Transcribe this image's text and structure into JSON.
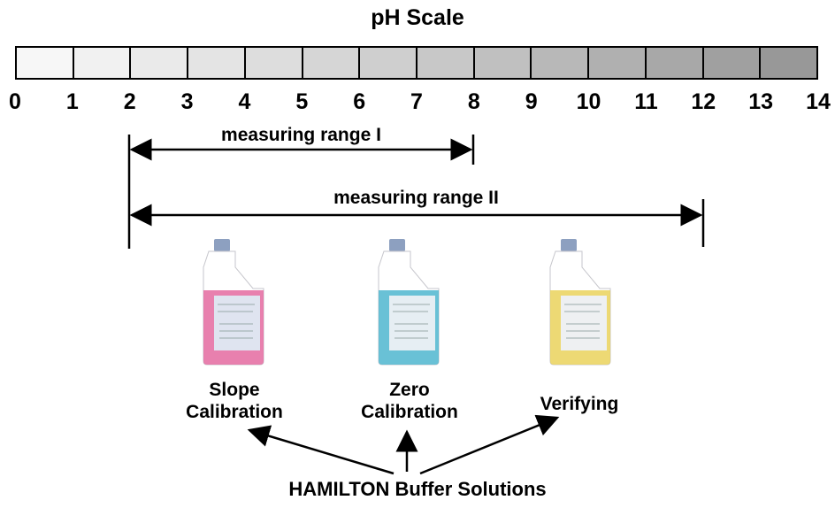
{
  "title": "pH Scale",
  "scale_labels": [
    "0",
    "1",
    "2",
    "3",
    "4",
    "5",
    "6",
    "7",
    "8",
    "9",
    "10",
    "11",
    "12",
    "13",
    "14"
  ],
  "segment_colors": [
    "#f7f7f7",
    "#f1f1f1",
    "#eaeaea",
    "#e4e4e4",
    "#dddddd",
    "#d6d6d6",
    "#cfcfcf",
    "#c8c8c8",
    "#c0c0c0",
    "#b8b8b8",
    "#b0b0b0",
    "#a8a8a8",
    "#a0a0a0",
    "#989898"
  ],
  "ranges": [
    {
      "label": "measuring range I",
      "from": 2,
      "to": 8
    },
    {
      "label": "measuring range II",
      "from": 2,
      "to": 12
    }
  ],
  "bottles": [
    {
      "label_line1": "Slope",
      "label_line2": "Calibration",
      "liquid_color": "#e46aa0",
      "label_color": "#dfe4f0"
    },
    {
      "label_line1": "Zero",
      "label_line2": "Calibration",
      "liquid_color": "#4fb6cf",
      "label_color": "#e6eef3"
    },
    {
      "label_line1": "Verifying",
      "label_line2": "",
      "liquid_color": "#ead25c",
      "label_color": "#eef0f2"
    }
  ],
  "bottom_title": "HAMILTON Buffer Solutions"
}
